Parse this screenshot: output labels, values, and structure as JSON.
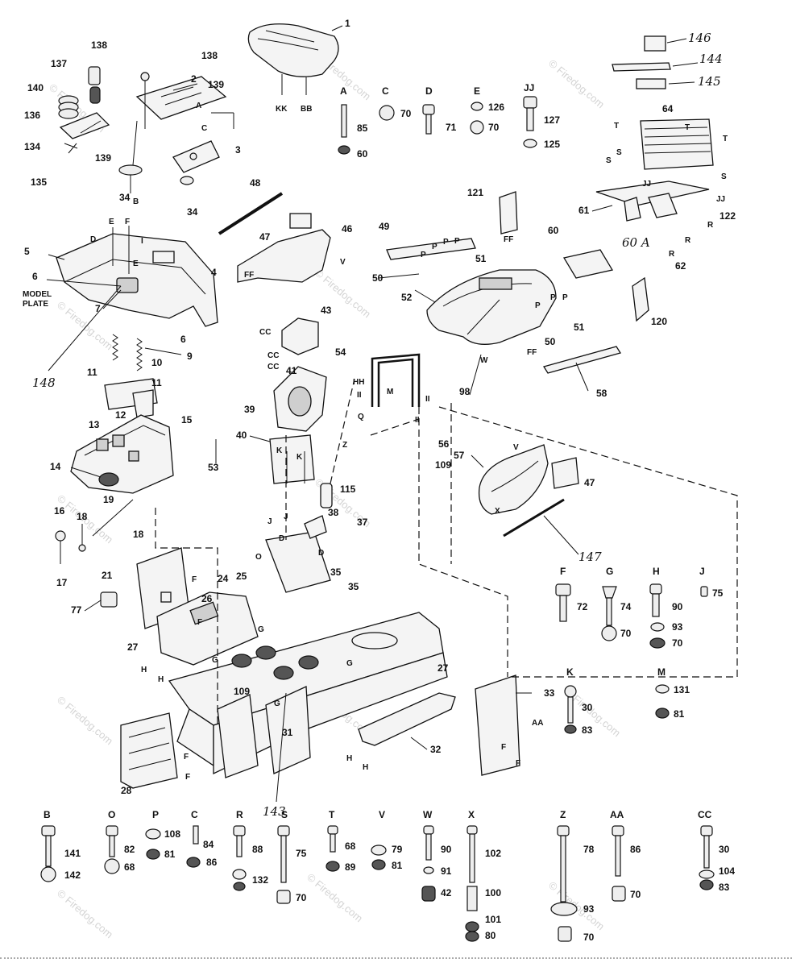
{
  "watermark": "© Firedog.com",
  "callouts": {
    "c1": "1",
    "c2": "2",
    "c3": "3",
    "c4": "4",
    "c5": "5",
    "c6": "6",
    "c6b": "6",
    "c7": "7",
    "c9": "9",
    "c10": "10",
    "c11": "11",
    "c11b": "11",
    "c12": "12",
    "c13": "13",
    "c14": "14",
    "c15": "15",
    "c16": "16",
    "c17": "17",
    "c18": "18",
    "c18b": "18",
    "c19": "19",
    "c21": "21",
    "c24": "24",
    "c25": "25",
    "c26": "26",
    "c27": "27",
    "c27b": "27",
    "c28": "28",
    "c31": "31",
    "c32": "32",
    "c33": "33",
    "c34": "34",
    "c34b": "34",
    "c35": "35",
    "c35b": "35",
    "c37": "37",
    "c38": "38",
    "c39": "39",
    "c40": "40",
    "c41": "41",
    "c43": "43",
    "c46": "46",
    "c47": "47",
    "c47b": "47",
    "c48": "48",
    "c49": "49",
    "c50": "50",
    "c50b": "50",
    "c51": "51",
    "c51b": "51",
    "c52": "52",
    "c53": "53",
    "c54": "54",
    "c56": "56",
    "c57": "57",
    "c58": "58",
    "c60": "60",
    "c61": "61",
    "c62": "62",
    "c64": "64",
    "c77": "77",
    "c98": "98",
    "c109": "109",
    "c109b": "109",
    "c115": "115",
    "c120": "120",
    "c121": "121",
    "c122": "122",
    "c134": "134",
    "c135": "135",
    "c136": "136",
    "c137": "137",
    "c138": "138",
    "c138b": "138",
    "c139": "139",
    "c139b": "139",
    "c140": "140"
  },
  "letters": {
    "kk": "KK",
    "bb": "BB",
    "model_plate": "MODEL\nPLATE",
    "model": "MODEL",
    "plate": "PLATE",
    "d_top": "D",
    "e_top": "E",
    "f_top": "F",
    "e_mid": "E",
    "i_top": "I",
    "a_hood": "A",
    "c_hood": "C",
    "b_hood": "B",
    "cc1": "CC",
    "cc2": "CC",
    "cc3": "CC",
    "hh": "HH",
    "ii1": "II",
    "ii2": "II",
    "ii3": "II",
    "m_frame": "M",
    "q_frame": "Q",
    "z_frame": "Z",
    "k1": "K",
    "k2": "K",
    "v1": "V",
    "v2": "V",
    "w_grille": "W",
    "x_frame": "X",
    "ff1": "FF",
    "ff2": "FF",
    "ff3": "FF",
    "p1": "P",
    "p2": "P",
    "p3": "P",
    "p4": "P",
    "p5": "P",
    "p6": "P",
    "p7": "P",
    "t1": "T",
    "t2": "T",
    "t3": "T",
    "s1": "S",
    "s2": "S",
    "s3": "S",
    "jj1": "JJ",
    "jj2": "JJ",
    "r1": "R",
    "r2": "R",
    "r3": "R",
    "g1": "G",
    "g2": "G",
    "g3": "G",
    "g4": "G",
    "h1": "H",
    "h2": "H",
    "h3": "H",
    "h4": "H",
    "f1": "F",
    "f2": "F",
    "f3": "F",
    "f4": "F",
    "f5": "F",
    "f6": "F",
    "aa": "AA",
    "o1": "O",
    "d1": "D",
    "d2": "D",
    "j1": "J",
    "j2": "J"
  },
  "hardware_top": [
    {
      "letter": "A",
      "parts": [
        "85",
        "60"
      ]
    },
    {
      "letter": "C",
      "parts": [
        "70"
      ]
    },
    {
      "letter": "D",
      "parts": [
        "71"
      ]
    },
    {
      "letter": "E",
      "parts": [
        "126",
        "70"
      ]
    },
    {
      "letter": "JJ",
      "parts": [
        "127",
        "125"
      ]
    }
  ],
  "hardware_mid": [
    {
      "letter": "F",
      "parts": [
        "72"
      ]
    },
    {
      "letter": "G",
      "parts": [
        "74",
        "70"
      ]
    },
    {
      "letter": "H",
      "parts": [
        "90",
        "93",
        "70"
      ]
    },
    {
      "letter": "J",
      "parts": [
        "75"
      ]
    },
    {
      "letter": "K",
      "parts": [
        "30",
        "83"
      ]
    },
    {
      "letter": "M",
      "parts": [
        "131",
        "81"
      ]
    }
  ],
  "hardware_bottom": [
    {
      "letter": "B",
      "parts": [
        "141",
        "142"
      ]
    },
    {
      "letter": "O",
      "parts": [
        "82",
        "68"
      ]
    },
    {
      "letter": "P",
      "parts": [
        "108",
        "81"
      ]
    },
    {
      "letter": "C",
      "parts": [
        "84",
        "86"
      ]
    },
    {
      "letter": "R",
      "parts": [
        "88",
        "132"
      ]
    },
    {
      "letter": "S",
      "parts": [
        "75",
        "70"
      ]
    },
    {
      "letter": "T",
      "parts": [
        "68",
        "89"
      ]
    },
    {
      "letter": "V",
      "parts": [
        "79",
        "81"
      ]
    },
    {
      "letter": "W",
      "parts": [
        "90",
        "91",
        "42"
      ]
    },
    {
      "letter": "X",
      "parts": [
        "102",
        "100",
        "101",
        "80"
      ]
    },
    {
      "letter": "Z",
      "parts": [
        "78",
        "93",
        "70"
      ]
    },
    {
      "letter": "AA",
      "parts": [
        "86",
        "70"
      ]
    },
    {
      "letter": "CC",
      "parts": [
        "30",
        "104",
        "83"
      ]
    }
  ],
  "handwritten": {
    "h143": "143",
    "h144": "144",
    "h145": "145",
    "h146": "146",
    "h147": "147",
    "h148": "148",
    "h60a": "60 A"
  }
}
